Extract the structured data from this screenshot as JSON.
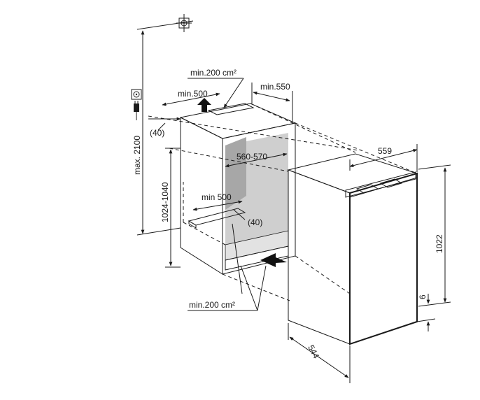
{
  "labels": {
    "vent_top_area": "min.200 cm²",
    "vent_top_depth": "min.500",
    "niche_depth": "min.550",
    "top_offset": "(40)",
    "niche_width": "560-570",
    "vent_bottom_depth": "min 500",
    "bottom_offset": "(40)",
    "niche_height": "1024-1040",
    "total_height": "max. 2100",
    "vent_bottom_area": "min.200 cm²",
    "appliance_width": "559",
    "appliance_height": "1022",
    "plinth_gap": "6",
    "appliance_depth": "544"
  },
  "icons": [
    "power-plug-icon",
    "socket-icon",
    "water-mains-icon"
  ],
  "colors": {
    "line": "#1a1a1a",
    "niche_inner": "#cfcfcf",
    "niche_side": "#a7a7a7",
    "panel": "#f2f2f2"
  }
}
